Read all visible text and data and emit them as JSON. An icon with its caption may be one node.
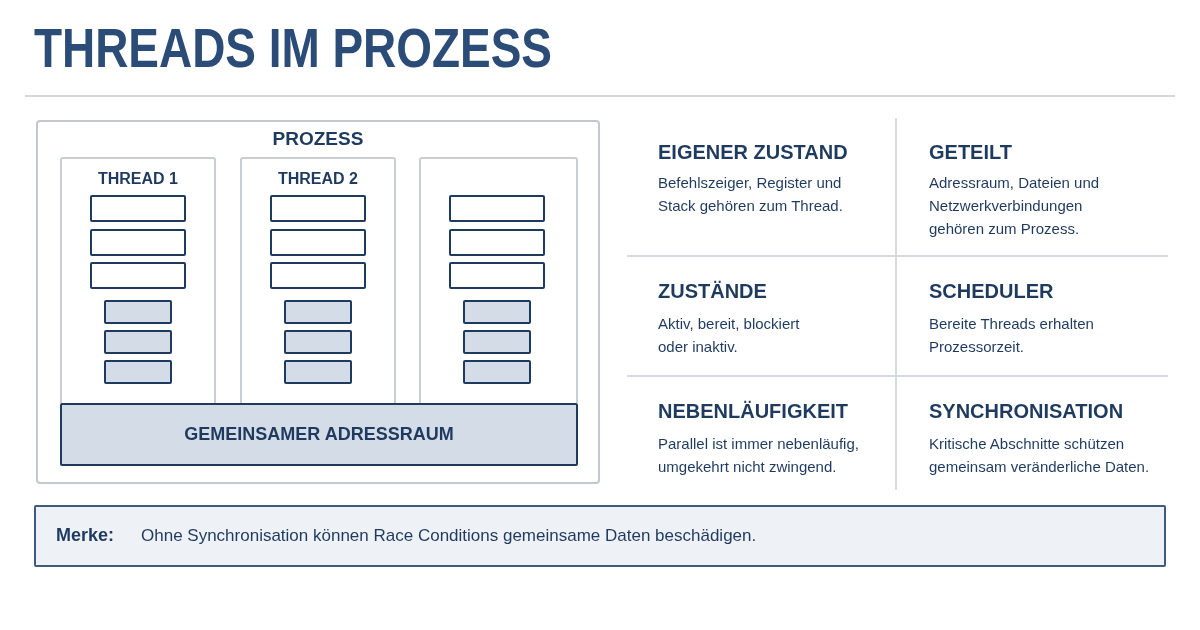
{
  "diagram": {
    "title": "THREADS IM PROZESS",
    "nodes": [
      {
        "text": [
          "PROZESS"
        ]
      },
      {
        "text": [
          "THREAD 1"
        ],
        "in": 0
      },
      {
        "text": [],
        "shape": "box",
        "in": 1
      },
      {
        "text": [],
        "shape": "box",
        "in": 1
      },
      {
        "text": [],
        "shape": "box",
        "in": 1
      },
      {
        "text": [],
        "shape": "box",
        "in": 1
      },
      {
        "text": [],
        "shape": "box",
        "in": 1
      },
      {
        "text": [],
        "shape": "box",
        "in": 1
      },
      {
        "text": [
          "THREAD 2"
        ],
        "in": 0
      },
      {
        "text": [],
        "shape": "box",
        "in": 8
      },
      {
        "text": [],
        "shape": "box",
        "in": 8
      },
      {
        "text": [],
        "shape": "box",
        "in": 8
      },
      {
        "text": [],
        "shape": "box",
        "in": 8
      },
      {
        "text": [],
        "shape": "box",
        "in": 8
      },
      {
        "text": [],
        "shape": "box",
        "in": 8
      },
      {
        "text": [],
        "shape": "box",
        "in": 0
      },
      {
        "text": [],
        "shape": "box",
        "in": 15
      },
      {
        "text": [],
        "shape": "box",
        "in": 15
      },
      {
        "text": [],
        "shape": "box",
        "in": 15
      },
      {
        "text": [],
        "shape": "box",
        "in": 15
      },
      {
        "text": [],
        "shape": "box",
        "in": 15
      },
      {
        "text": [],
        "shape": "box",
        "in": 15
      },
      {
        "text": [
          "GEMEINSAMER ADRESSRAUM"
        ],
        "in": 0
      },
      {
        "text": [
          "Merke:",
          "Ohne Synchronisation können Race Conditions gemeinsame Daten beschädigen."
        ]
      }
    ],
    "labels": [
      "EIGENER ZUSTAND",
      "Befehlszeiger, Register und Stack gehören zum Thread.",
      "GETEILT",
      "Adressraum, Dateien und Netzwerkverbindungen gehören zum Prozess.",
      "ZUSTÄNDE",
      "Aktiv, bereit, blockiert oder inaktiv.",
      "SCHEDULER",
      "Bereite Threads erhalten Prozessorzeit.",
      "NEBENLÄUFIGKEIT",
      "Parallel ist immer nebenläufig, umgekehrt nicht zwingend.",
      "SYNCHRONISATION",
      "Kritische Abschnitte schützen gemeinsam veränderliche Daten."
    ]
  }
}
